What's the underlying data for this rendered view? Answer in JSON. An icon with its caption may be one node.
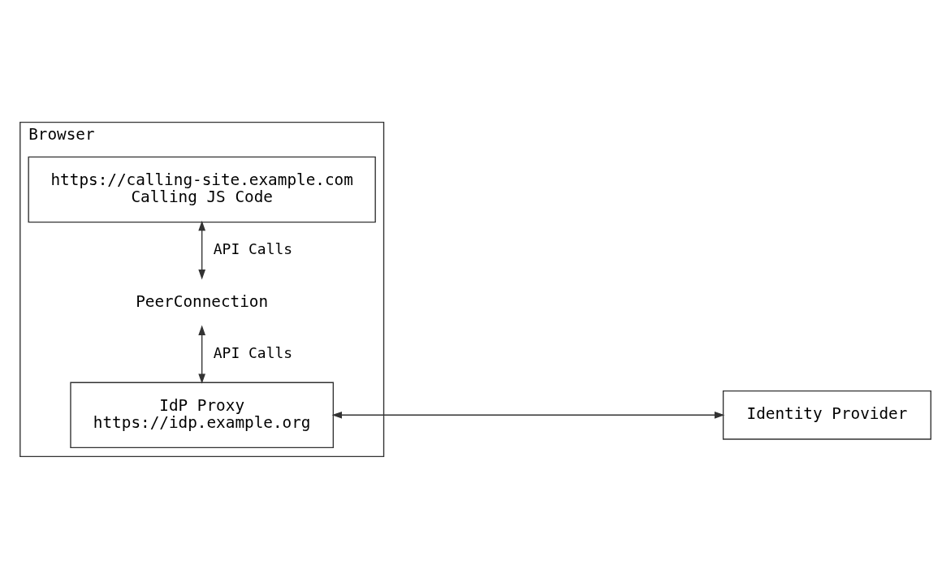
{
  "diagram": {
    "nodes": [
      {
        "text": [
          "Browser"
        ]
      },
      {
        "text": [
          "https://calling-site.example.com",
          "Calling JS Code"
        ],
        "in": 0
      },
      {
        "text": [
          "PeerConnection"
        ],
        "in": 0
      },
      {
        "text": [
          "IdP Proxy",
          "https://idp.example.org"
        ],
        "in": 0
      },
      {
        "text": [
          "Identity Provider"
        ]
      }
    ],
    "edges": [
      {
        "from": 1,
        "to": 2,
        "arrow": "both",
        "label": "API Calls"
      },
      {
        "from": 2,
        "to": 3,
        "arrow": "both",
        "label": "API Calls"
      },
      {
        "from": 3,
        "to": 4,
        "arrow": "both"
      }
    ]
  }
}
